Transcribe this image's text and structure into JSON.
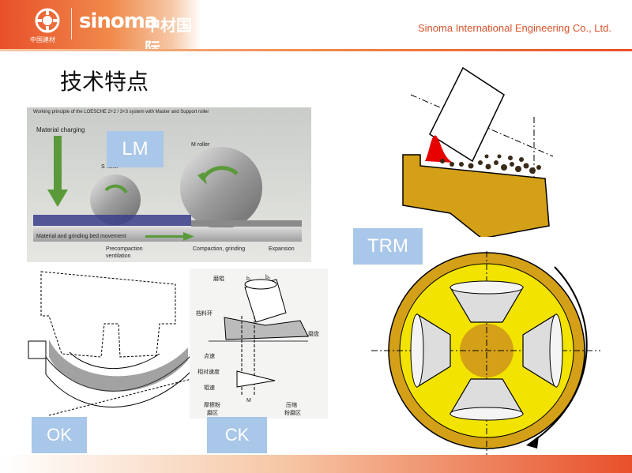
{
  "header": {
    "logo_caption": "中国建材",
    "logo_en": "sinoma",
    "logo_cn": "中材国际",
    "company": "Sinoma International Engineering  Co., Ltd."
  },
  "title": "技术特点",
  "lm": {
    "label": "LM",
    "caption": "Working principle of the LOESCHE 2+2 / 3+3 system with Master and Support roller",
    "material_charging": "Material charging",
    "s_roller": "S roller",
    "m_roller": "M roller",
    "bed_movement": "Material and grinding bed movement",
    "precompaction": "Precompaction",
    "ventilation": "ventilation",
    "compaction": "Compaction, grinding",
    "expansion": "Expansion"
  },
  "trm": {
    "label": "TRM"
  },
  "ok": {
    "label": "OK"
  },
  "ck": {
    "label": "CK",
    "roller": "磨辊",
    "dam_ring": "档料环",
    "table": "磨盘",
    "point_speed": "点速",
    "relative_speed": "相对速度",
    "roll_speed": "辊速",
    "zone1_a": "摩擦粉",
    "zone1_b": "磨区",
    "zone2_a": "压缩",
    "zone2_b": "粉磨区",
    "b1": "b₁",
    "b2": "b₂",
    "m": "M"
  },
  "colors": {
    "accent": "#e8502a",
    "label_box": "#a9c7e8",
    "trm_gold": "#d4a017",
    "trm_yellow": "#f2e300"
  }
}
